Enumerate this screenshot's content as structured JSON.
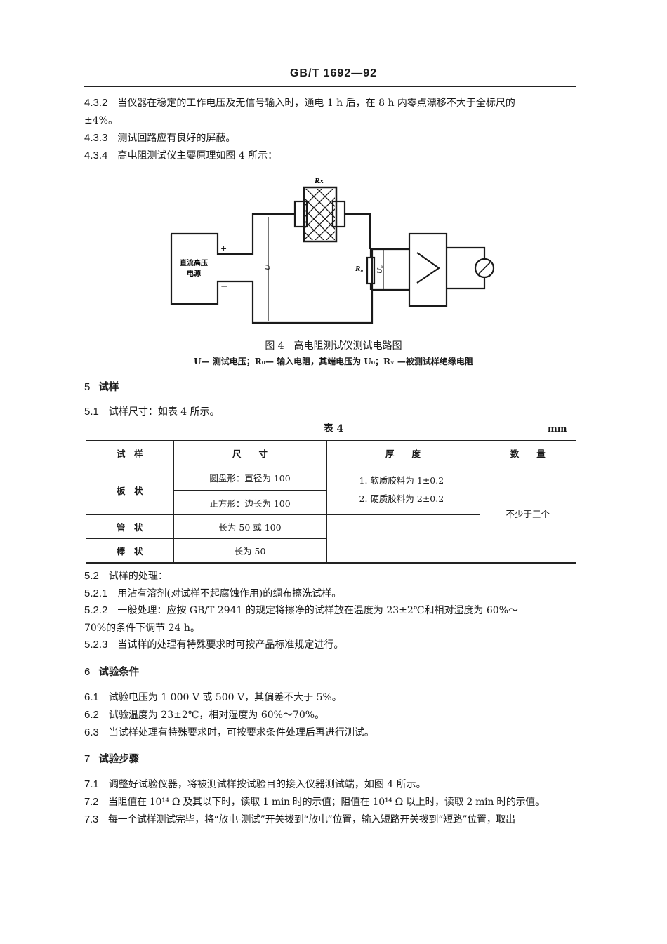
{
  "header": {
    "title": "GB/T 1692—92"
  },
  "clauses_top": [
    {
      "num": "4.3.2",
      "text": "当仪器在稳定的工作电压及无信号输入时，通电 1 h 后，在 8 h 内零点漂移不大于全标尺的",
      "cont": "±4%。"
    },
    {
      "num": "4.3.3",
      "text": "测试回路应有良好的屏蔽。"
    },
    {
      "num": "4.3.4",
      "text": "高电阻测试仪主要原理如图 4 所示："
    }
  ],
  "figure": {
    "labels": {
      "rx": "Rx",
      "power_line1": "直流高压",
      "power_line2": "电源",
      "plus": "+",
      "minus": "−",
      "u": "U",
      "r0": "R₀",
      "u0": "U₀"
    },
    "caption": "图 4　高电阻测试仪测试电路图",
    "legend": "U— 测试电压；R₀— 输入电阻，其端电压为 U₀；Rₓ —被测试样绝缘电阻"
  },
  "section5": {
    "heading_num": "5",
    "heading": "试样",
    "c51_num": "5.1",
    "c51": "试样尺寸：如表 4 所示。"
  },
  "table4": {
    "title": "表 4",
    "unit": "mm",
    "headers": [
      "试　样",
      "尺　　寸",
      "厚　　度",
      "数　　量"
    ],
    "rows": [
      {
        "sample": "板　状",
        "sizes": [
          "圆盘形：直径为 100",
          "正方形：边长为 100"
        ]
      },
      {
        "sample": "管　状",
        "sizes": [
          "长为 50 或 100"
        ]
      },
      {
        "sample": "棒　状",
        "sizes": [
          "长为 50"
        ]
      }
    ],
    "thickness": [
      "1. 软质胶料为 1±0.2",
      "2. 硬质胶料为 2±0.2"
    ],
    "quantity": "不少于三个"
  },
  "section5_2": [
    {
      "num": "5.2",
      "text": "试样的处理："
    },
    {
      "num": "5.2.1",
      "text": "用沾有溶剂(对试样不起腐蚀作用)的绸布擦洗试样。"
    },
    {
      "num": "5.2.2",
      "text": "一般处理：应按 GB/T 2941 的规定将擦净的试样放在温度为 23±2℃和相对湿度为 60%～",
      "cont": "70%的条件下调节 24 h。"
    },
    {
      "num": "5.2.3",
      "text": "当试样的处理有特殊要求时可按产品标准规定进行。"
    }
  ],
  "section6": {
    "heading_num": "6",
    "heading": "试验条件",
    "clauses": [
      {
        "num": "6.1",
        "text": "试验电压为 1 000 V 或 500 V，其偏差不大于 5%。"
      },
      {
        "num": "6.2",
        "text": "试验温度为 23±2℃，相对湿度为 60%～70%。"
      },
      {
        "num": "6.3",
        "text": "当试样处理有特殊要求时，可按要求条件处理后再进行测试。"
      }
    ]
  },
  "section7": {
    "heading_num": "7",
    "heading": "试验步骤",
    "clauses": [
      {
        "num": "7.1",
        "text": "调整好试验仪器，将被测试样按试验目的接入仪器测试端，如图 4 所示。"
      },
      {
        "num": "7.2",
        "text": "当阻值在 10¹⁴ Ω 及其以下时，读取 1 min 时的示值；阻值在 10¹⁴ Ω 以上时，读取 2 min 时的示值。"
      },
      {
        "num": "7.3",
        "text": "每一个试样测试完毕，将“放电-测试”开关拨到“放电”位置，输入短路开关拨到“短路”位置，取出"
      }
    ]
  }
}
